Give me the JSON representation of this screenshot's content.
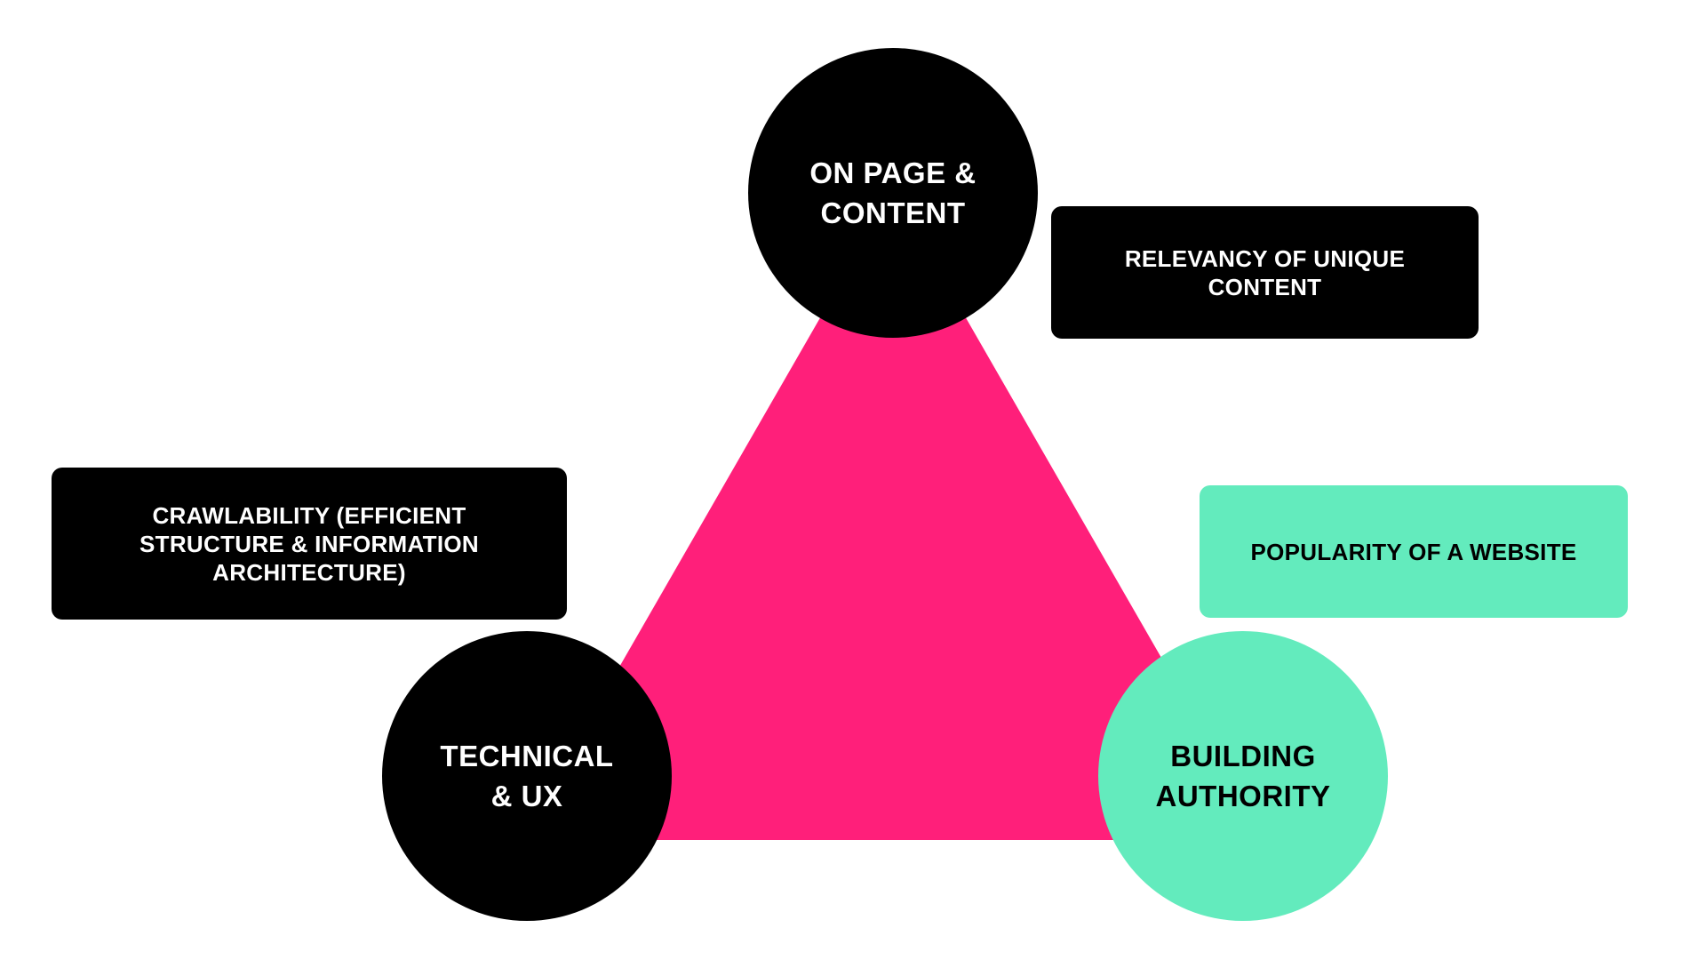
{
  "colors": {
    "triangle": "#ff1f7a",
    "dark": "#000000",
    "mint": "#63ebbd",
    "background": "#ffffff"
  },
  "circles": {
    "top": "ON PAGE &\nCONTENT",
    "left": "TECHNICAL\n& UX",
    "right": "BUILDING\nAUTHORITY"
  },
  "boxes": {
    "content": "RELEVANCY OF UNIQUE\nCONTENT",
    "crawl": "CRAWLABILITY (EFFICIENT\nSTRUCTURE & INFORMATION\nARCHITECTURE)",
    "popular": "POPULARITY OF A WEBSITE"
  }
}
